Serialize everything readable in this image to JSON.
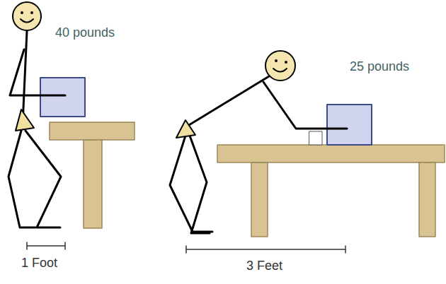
{
  "diagram": {
    "labels": [
      "40 pounds",
      "25 pounds",
      "1 Foot",
      "3 Feet"
    ]
  }
}
